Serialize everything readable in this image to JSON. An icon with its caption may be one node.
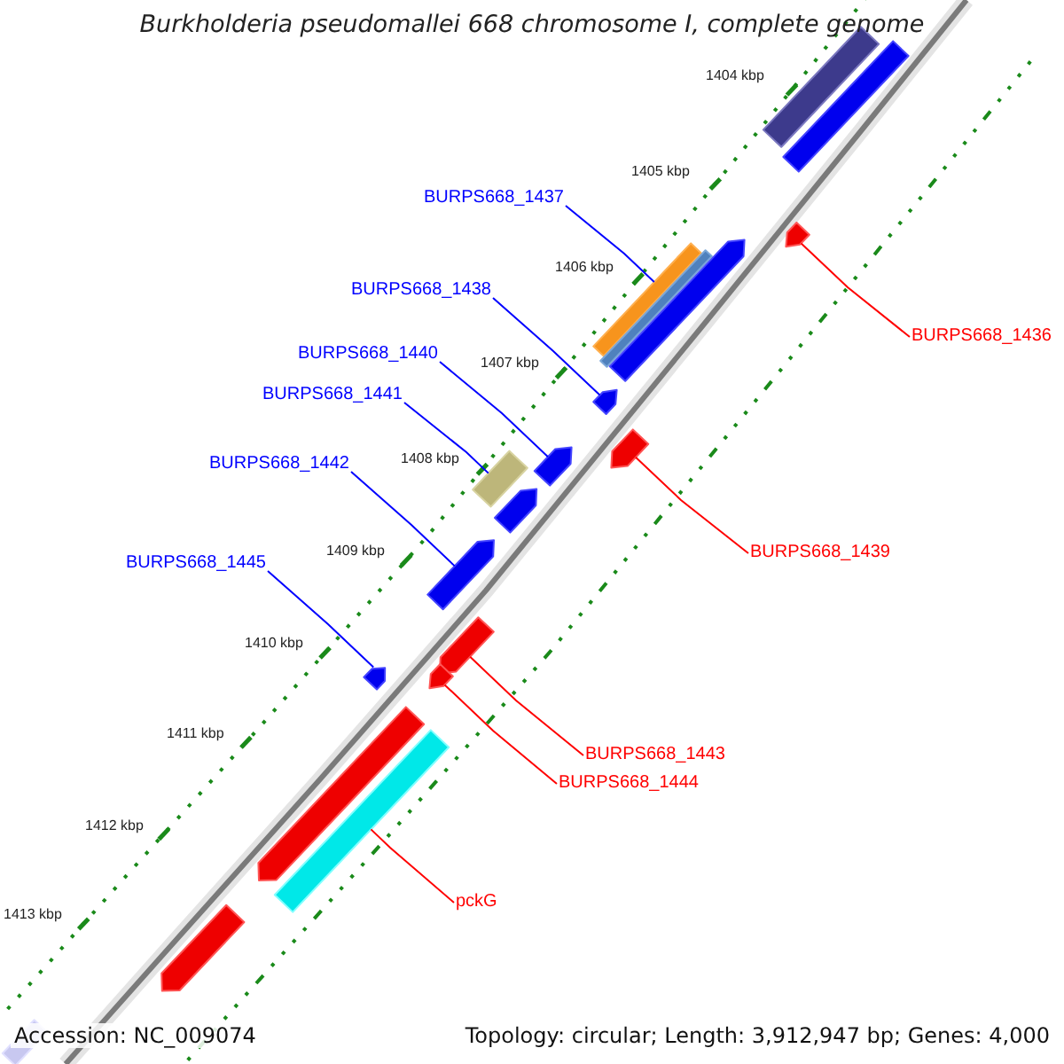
{
  "diagram": {
    "title": "Burkholderia pseudomallei 668 chromosome I, complete genome",
    "nodes": [
      {
        "text": [
          "BURPS668_1437"
        ]
      },
      {
        "text": [
          "BURPS668_1438"
        ]
      },
      {
        "text": [
          "BURPS668_1436"
        ]
      },
      {
        "text": [
          "BURPS668_1440"
        ]
      },
      {
        "text": [
          "BURPS668_1441"
        ]
      },
      {
        "text": [
          "BURPS668_1442"
        ]
      },
      {
        "text": [
          "BURPS668_1439"
        ]
      },
      {
        "text": [
          "BURPS668_1445"
        ]
      },
      {
        "text": [
          "BURPS668_1443"
        ]
      },
      {
        "text": [
          "BURPS668_1444"
        ]
      },
      {
        "text": [
          "pckG"
        ]
      },
      {
        "text": [],
        "shape": "bar"
      },
      {
        "text": [],
        "shape": "bar"
      },
      {
        "text": [],
        "shape": "arrow"
      },
      {
        "text": [],
        "shape": "bar"
      },
      {
        "text": [],
        "shape": "bar"
      },
      {
        "text": [],
        "shape": "arrow"
      },
      {
        "text": [],
        "shape": "arrow"
      },
      {
        "text": [],
        "shape": "arrow"
      },
      {
        "text": [],
        "shape": "arrow"
      },
      {
        "text": [],
        "shape": "bar"
      },
      {
        "text": [],
        "shape": "arrow"
      },
      {
        "text": [],
        "shape": "arrow"
      },
      {
        "text": [],
        "shape": "arrow"
      },
      {
        "text": [],
        "shape": "arrow"
      },
      {
        "text": [],
        "shape": "arrow"
      },
      {
        "text": [],
        "shape": "arrow"
      },
      {
        "text": [],
        "shape": "bar"
      },
      {
        "text": [],
        "shape": "arrow"
      },
      {
        "text": [],
        "shape": "bar"
      }
    ],
    "edges": [
      {
        "from": 0,
        "to": 14,
        "arrow": "none"
      },
      {
        "from": 1,
        "to": 17,
        "arrow": "none"
      },
      {
        "from": 2,
        "to": 13,
        "arrow": "none",
        "color": "#ff0000"
      },
      {
        "from": 3,
        "to": 18,
        "arrow": "none"
      },
      {
        "from": 4,
        "to": 20,
        "arrow": "none"
      },
      {
        "from": 5,
        "to": 22,
        "arrow": "none"
      },
      {
        "from": 6,
        "to": 19,
        "arrow": "none",
        "color": "#ff0000"
      },
      {
        "from": 7,
        "to": 24,
        "arrow": "none"
      },
      {
        "from": 8,
        "to": 23,
        "arrow": "none",
        "color": "#ff0000"
      },
      {
        "from": 9,
        "to": 25,
        "arrow": "none",
        "color": "#ff0000"
      },
      {
        "from": 10,
        "to": 27,
        "arrow": "none",
        "color": "#ff0000"
      }
    ],
    "labels": [
      "1404 kbp",
      "1405 kbp",
      "1406 kbp",
      "1407 kbp",
      "1408 kbp",
      "1409 kbp",
      "1410 kbp",
      "1411 kbp",
      "1412 kbp",
      "1413 kbp",
      "Accession: NC_009074",
      "Topology: circular; Length: 3,912,947 bp; Genes: 4,000"
    ]
  }
}
